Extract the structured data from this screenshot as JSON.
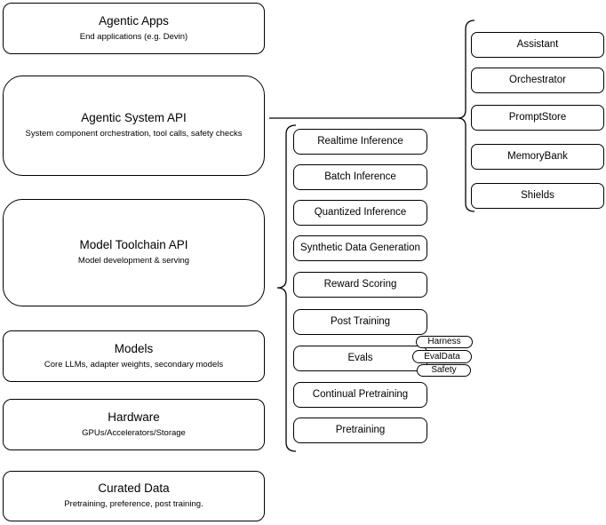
{
  "diagram": {
    "left_stack": [
      {
        "title": "Agentic Apps",
        "subtitle": "End applications (e.g. Devin)"
      },
      {
        "title": "Agentic System API",
        "subtitle": "System component orchestration, tool calls, safety checks"
      },
      {
        "title": "Model Toolchain API",
        "subtitle": "Model development & serving"
      },
      {
        "title": "Models",
        "subtitle": "Core LLMs, adapter weights, secondary models"
      },
      {
        "title": "Hardware",
        "subtitle": "GPUs/Accelerators/Storage"
      },
      {
        "title": "Curated Data",
        "subtitle": "Pretraining, preference, post training."
      }
    ],
    "toolchain_group": {
      "items": [
        "Realtime Inference",
        "Batch Inference",
        "Quantized Inference",
        "Synthetic Data Generation",
        "Reward Scoring",
        "Post Training",
        "Evals",
        "Continual Pretraining",
        "Pretraining"
      ],
      "evals_tags": [
        "Harness",
        "EvalData",
        "Safety"
      ]
    },
    "system_group": {
      "items": [
        "Assistant",
        "Orchestrator",
        "PromptStore",
        "MemoryBank",
        "Shields"
      ]
    },
    "colors": {
      "stroke": "#000000",
      "background": "#ffffff"
    }
  }
}
